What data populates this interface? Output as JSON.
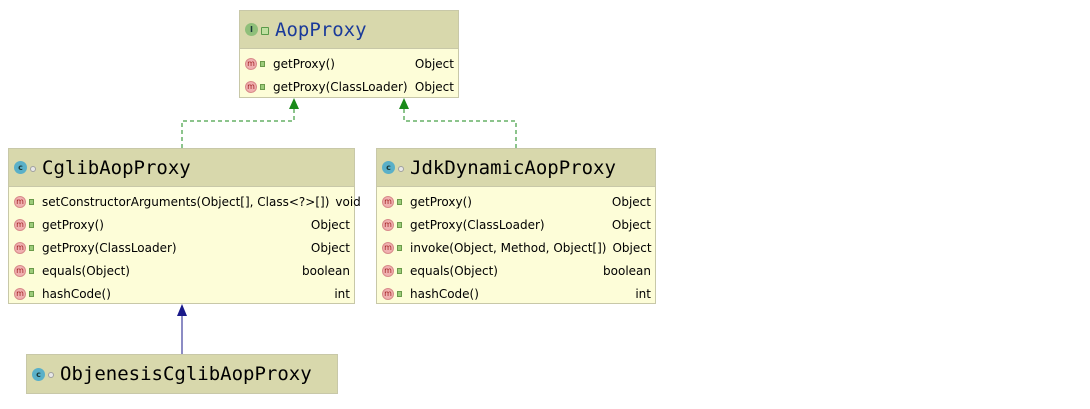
{
  "classes": {
    "aop_proxy": {
      "name": "AopProxy",
      "kind_icon": "I",
      "methods": [
        {
          "name": "getProxy()",
          "type": "Object"
        },
        {
          "name": "getProxy(ClassLoader)",
          "type": "Object"
        }
      ]
    },
    "cglib": {
      "name": "CglibAopProxy",
      "kind_icon": "c",
      "methods": [
        {
          "name": "setConstructorArguments(Object[], Class<?>[])",
          "type": "void"
        },
        {
          "name": "getProxy()",
          "type": "Object"
        },
        {
          "name": "getProxy(ClassLoader)",
          "type": "Object"
        },
        {
          "name": "equals(Object)",
          "type": "boolean"
        },
        {
          "name": "hashCode()",
          "type": "int"
        }
      ]
    },
    "jdk": {
      "name": "JdkDynamicAopProxy",
      "kind_icon": "c",
      "methods": [
        {
          "name": "getProxy()",
          "type": "Object"
        },
        {
          "name": "getProxy(ClassLoader)",
          "type": "Object"
        },
        {
          "name": "invoke(Object, Method, Object[])",
          "type": "Object"
        },
        {
          "name": "equals(Object)",
          "type": "boolean"
        },
        {
          "name": "hashCode()",
          "type": "int"
        }
      ]
    },
    "objenesis": {
      "name": "ObjenesisCglibAopProxy",
      "kind_icon": "c"
    }
  },
  "method_icon_letter": "m",
  "colors": {
    "implements_edge": "#1a8a1a",
    "extends_edge": "#1a1a8a",
    "header_bg": "#d8d8ac",
    "body_bg": "#fdfdd8"
  }
}
